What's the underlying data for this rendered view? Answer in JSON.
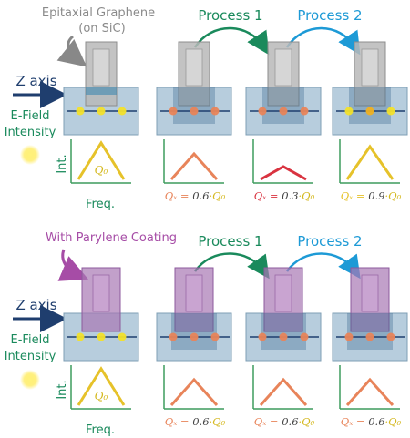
{
  "labels": {
    "epitaxial_graphene": "Epitaxial Graphene",
    "on_sic": "(on SiC)",
    "with_parylene": "With Parylene Coating",
    "z_axis": "Z axis",
    "e_field": "E-Field",
    "intensity": "Intensity",
    "int_axis": "Int.",
    "freq_axis": "Freq."
  },
  "processes": {
    "process_1": "Process 1",
    "process_2": "Process 2"
  },
  "q_factors": {
    "q0": "Q₀",
    "top": [
      {
        "value": "0.6",
        "prefix": "Qₓ = ",
        "suffix": "·Q₀",
        "color": "#e8845a"
      },
      {
        "value": "0.3",
        "prefix": "Qₓ = ",
        "suffix": "·Q₀",
        "color": "#d93340"
      },
      {
        "value": "0.9",
        "prefix": "Qₓ = ",
        "suffix": "·Q₀",
        "color": "#e6c22a"
      }
    ],
    "bottom": [
      {
        "value": "0.6",
        "prefix": "Qₓ = ",
        "suffix": "·Q₀",
        "color": "#e8845a"
      },
      {
        "value": "0.6",
        "prefix": "Qₓ = ",
        "suffix": "·Q₀",
        "color": "#e8845a"
      },
      {
        "value": "0.6",
        "prefix": "Qₓ = ",
        "suffix": "·Q₀",
        "color": "#e8845a"
      }
    ]
  },
  "colors": {
    "substrate": "#b7cddd",
    "graphene_gray": "#9a9a9a",
    "parylene": "#a878b4",
    "field_yellow": "#f2e02a",
    "field_orange": "#e8845a",
    "green": "#1a8a5c",
    "blue": "#1d9ad6",
    "navy": "#1f3e6e"
  }
}
